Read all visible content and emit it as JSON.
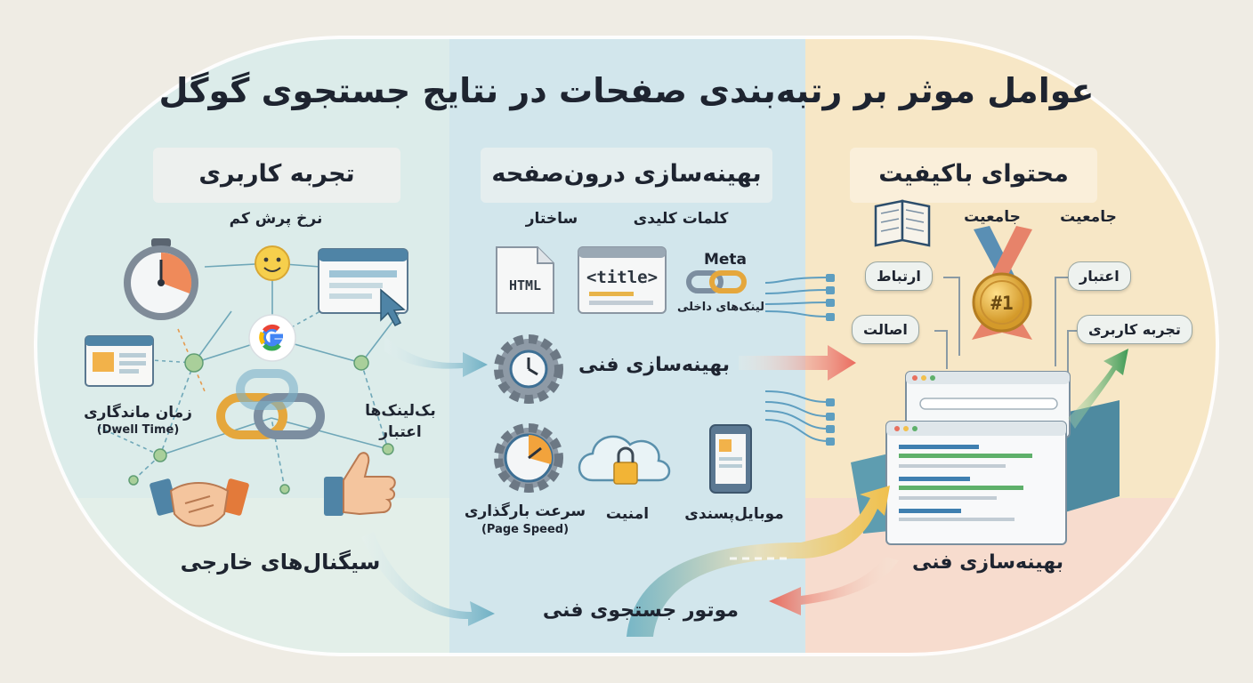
{
  "title": "عوامل موثر بر رتبه‌بندی صفحات در نتایج جستجوی گوگل",
  "left": {
    "heading": "تجربه کاربری",
    "bounce": "نرخ پرش کم",
    "dwell": "زمان ماندگاری",
    "dwell_en": "(Dwell Time)",
    "backlinks": "بک‌لینک‌ها",
    "authority": "اعتبار",
    "external": "سیگنال‌های خارجی"
  },
  "middle": {
    "heading": "بهینه‌سازی درون‌صفحه",
    "structure": "ساختار",
    "keywords": "کلمات کلیدی",
    "html_tag": "HTML",
    "title_tag": "<title>",
    "meta": "Meta",
    "internal_links": "لینک‌های داخلی",
    "technical": "بهینه‌سازی فنی",
    "speed": "سرعت بارگذاری",
    "speed_en": "(Page Speed)",
    "security": "امنیت",
    "mobile": "موبایل‌پسندی",
    "engine": "موتور جستجوی فنی"
  },
  "right": {
    "heading": "محتوای باکیفیت",
    "comprehensive_1": "جامعیت",
    "comprehensive_2": "جامعیت",
    "relevance": "ارتباط",
    "authority": "اعتبار",
    "originality": "اصالت",
    "ux": "تجربه کاربری",
    "badge": "#1",
    "technical": "بهینه‌سازی فنی"
  },
  "colors": {
    "left_panel": "#dcebea",
    "middle_panel": "#d4e7ec",
    "right_panel": "#f7e6c4",
    "arrow_blue": "#7fb7c8",
    "arrow_red": "#e8796a",
    "arrow_green": "#5aa96a",
    "medal_gold": "#e9b949"
  }
}
